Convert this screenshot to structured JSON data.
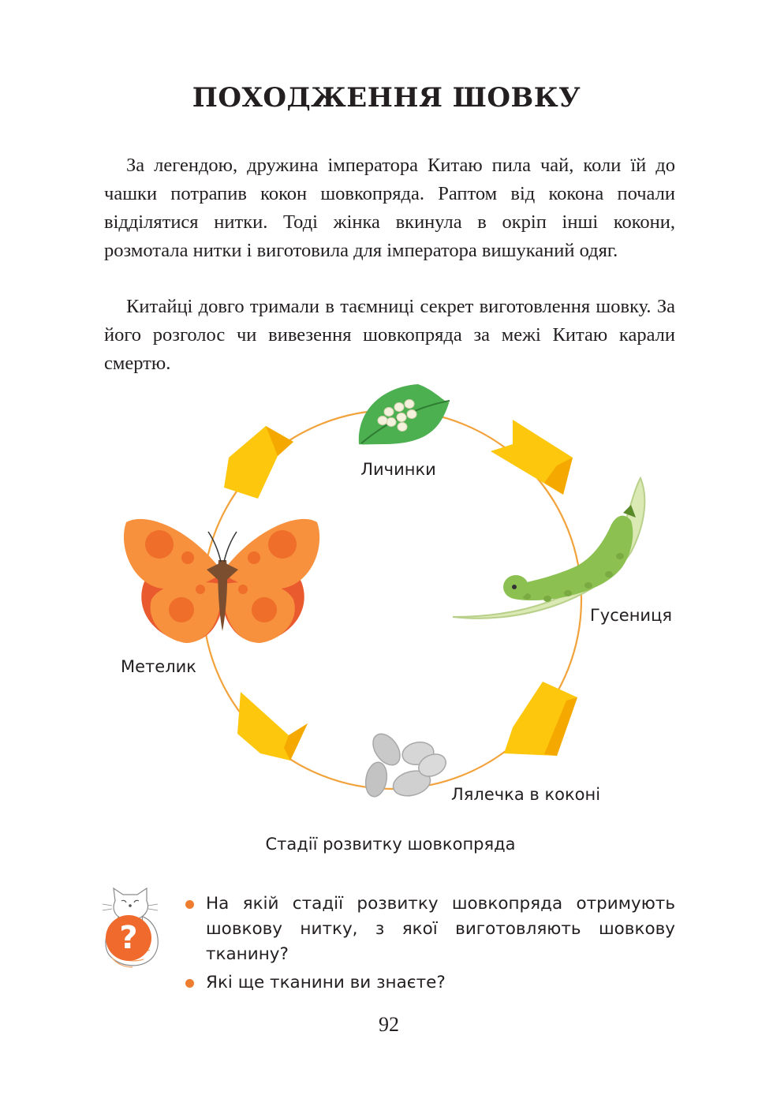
{
  "title": "ПОХОДЖЕННЯ ШОВКУ",
  "paragraphs": [
    "За легендою, дружина імператора Китаю пила чай, коли їй до чашки потрапив кокон шовкопряда. Раптом від кокона почали відділятися нитки. Тоді жінка вкинула в окріп інші кокони, розмотала нитки і виготовила для імператора вишуканий одяг.",
    "Китайці довго тримали в таємниці секрет виготовлення шовку. За його розголос чи вивезення шовкопряда за межі Китаю карали смертю."
  ],
  "diagram": {
    "stages": {
      "larvae": "Личинки",
      "caterpillar": "Гусениця",
      "pupa": "Лялечка в коконі",
      "butterfly": "Метелик"
    },
    "caption": "Стадії розвитку шовкопряда",
    "colors": {
      "ring": "#f2a23a",
      "arrow": "#fdc70d",
      "arrow_shade": "#f5a800",
      "leaf": "#4caf50",
      "caterpillar": "#8cc152",
      "wing": "#f7913d",
      "wing_spot": "#ee6e2a",
      "cocoon": "#c8c8c8"
    }
  },
  "questions": [
    "На якій стадії розвитку шовкопряда отримують шовкову нитку, з якої виготовляють шовкову тканину?",
    "Які ще тканини ви знаєте?"
  ],
  "icons": {
    "question_badge": "question-mark-icon",
    "mascot": "cat-icon",
    "badge_symbol": "?"
  },
  "page_number": "92"
}
